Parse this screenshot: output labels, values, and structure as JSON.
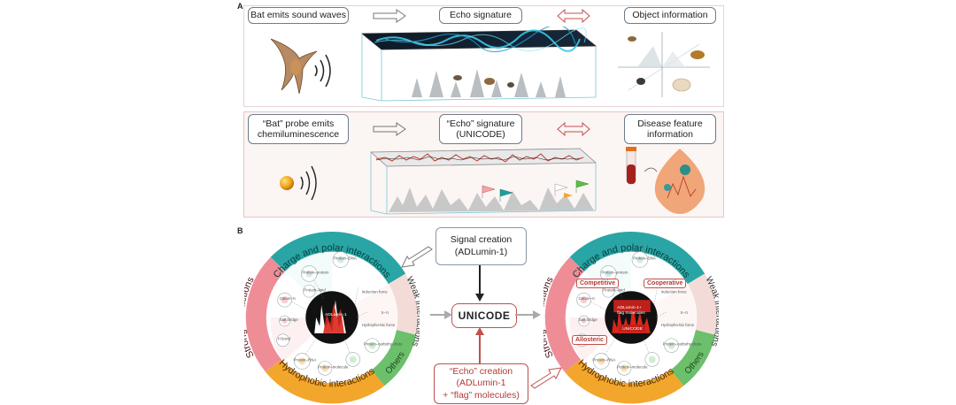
{
  "panelA": {
    "letter": "A",
    "row1": {
      "box1": "Bat emits sound waves",
      "box2": "Echo signature",
      "box3": "Object information"
    },
    "row2": {
      "box1_line1": "“Bat” probe emits",
      "box1_line2": "chemiluminescence",
      "box2_line1": "“Echo” signature",
      "box2_line2": "(UNICODE)",
      "box3_line1": "Disease feature",
      "box3_line2": "information"
    }
  },
  "panelB": {
    "letter": "B",
    "signal_line1": "Signal creation",
    "signal_line2": "(ADLumin-1)",
    "unicode": "UNICODE",
    "echo_line1": "“Echo” creation",
    "echo_line2": "(ADLumin-1",
    "echo_line3": "+ “flag” molecules)",
    "ring": {
      "top": "Charge and polar interactions",
      "right": "Weak interactions",
      "bottom": "Hydrophobic interactions",
      "left": "Strong interactions",
      "others": "Others"
    },
    "inner_labels": {
      "protein_protein": "Protein–protein",
      "protein_dna": "Protein–DNA",
      "protein_lipid": "Protein–lipid",
      "cation_pi": "Cation–π",
      "salt_bridge": "Salt bridge",
      "h_bond": "H bond",
      "induction_force": "Induction force",
      "pi_pi": "π–π",
      "hydrophobic_force": "Hydropho-bic force",
      "protein_rna": "Protein–RNA",
      "protein_molecule": "Protein–molecule",
      "protein_carbo": "Protein–carbohy-drate"
    },
    "center_left": "ADLumin-1",
    "center_right_line1": "ADLumin-1+",
    "center_right_line2": "flag molecules",
    "center_right_code": "UNICODE",
    "tags": {
      "competitive": "Competitive",
      "cooperative": "Cooperative",
      "allosteric": "Allosteric"
    }
  },
  "colors": {
    "teal": "#2aa5a5",
    "pink": "#ef8d97",
    "orange": "#f3a62c",
    "green": "#6cbf6b",
    "light_ring": "#f3dcd8",
    "accent_red": "#c0504d"
  }
}
